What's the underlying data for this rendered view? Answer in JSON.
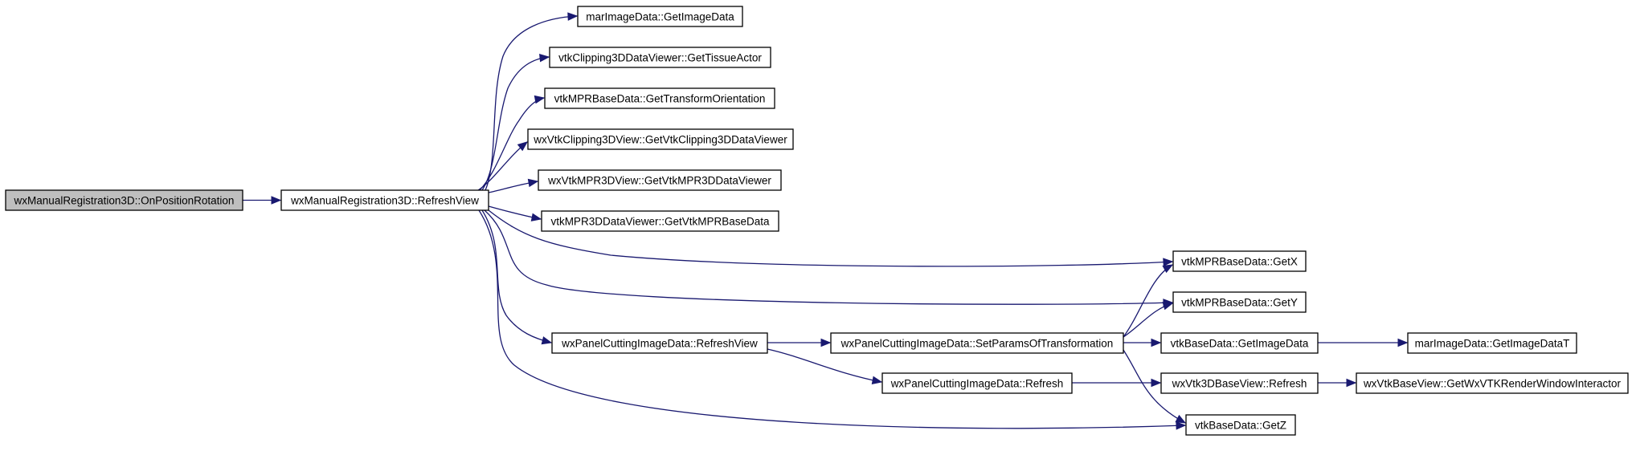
{
  "graph": {
    "nodes": {
      "root": "wxManualRegistration3D::OnPositionRotation",
      "refreshView": "wxManualRegistration3D::RefreshView",
      "marGetImageData": "marImageData::GetImageData",
      "getTissueActor": "vtkClipping3DDataViewer::GetTissueActor",
      "getTransformOrientation": "vtkMPRBaseData::GetTransformOrientation",
      "getVtkClipping3DDataViewer": "wxVtkClipping3DView::GetVtkClipping3DDataViewer",
      "getVtkMPR3DDataViewer": "wxVtkMPR3DView::GetVtkMPR3DDataViewer",
      "getVtkMPRBaseData": "vtkMPR3DDataViewer::GetVtkMPRBaseData",
      "getX": "vtkMPRBaseData::GetX",
      "getY": "vtkMPRBaseData::GetY",
      "panelRefreshView": "wxPanelCuttingImageData::RefreshView",
      "setParams": "wxPanelCuttingImageData::SetParamsOfTransformation",
      "baseGetImageData": "vtkBaseData::GetImageData",
      "getImageDataT": "marImageData::GetImageDataT",
      "panelRefresh": "wxPanelCuttingImageData::Refresh",
      "vtk3DRefresh": "wxVtk3DBaseView::Refresh",
      "getInteractor": "wxVtkBaseView::GetWxVTKRenderWindowInteractor",
      "getZ": "vtkBaseData::GetZ"
    },
    "edges": [
      [
        "root",
        "refreshView"
      ],
      [
        "refreshView",
        "marGetImageData"
      ],
      [
        "refreshView",
        "getTissueActor"
      ],
      [
        "refreshView",
        "getTransformOrientation"
      ],
      [
        "refreshView",
        "getVtkClipping3DDataViewer"
      ],
      [
        "refreshView",
        "getVtkMPR3DDataViewer"
      ],
      [
        "refreshView",
        "getVtkMPRBaseData"
      ],
      [
        "refreshView",
        "getX"
      ],
      [
        "refreshView",
        "getY"
      ],
      [
        "refreshView",
        "panelRefreshView"
      ],
      [
        "refreshView",
        "getZ"
      ],
      [
        "panelRefreshView",
        "setParams"
      ],
      [
        "panelRefreshView",
        "panelRefresh"
      ],
      [
        "setParams",
        "getX"
      ],
      [
        "setParams",
        "getY"
      ],
      [
        "setParams",
        "baseGetImageData"
      ],
      [
        "setParams",
        "getZ"
      ],
      [
        "baseGetImageData",
        "getImageDataT"
      ],
      [
        "panelRefresh",
        "vtk3DRefresh"
      ],
      [
        "vtk3DRefresh",
        "getInteractor"
      ]
    ],
    "colors": {
      "edge": "#191970",
      "root_fill": "#bfbfbf",
      "node_fill": "#ffffff",
      "node_stroke": "#000000"
    }
  }
}
